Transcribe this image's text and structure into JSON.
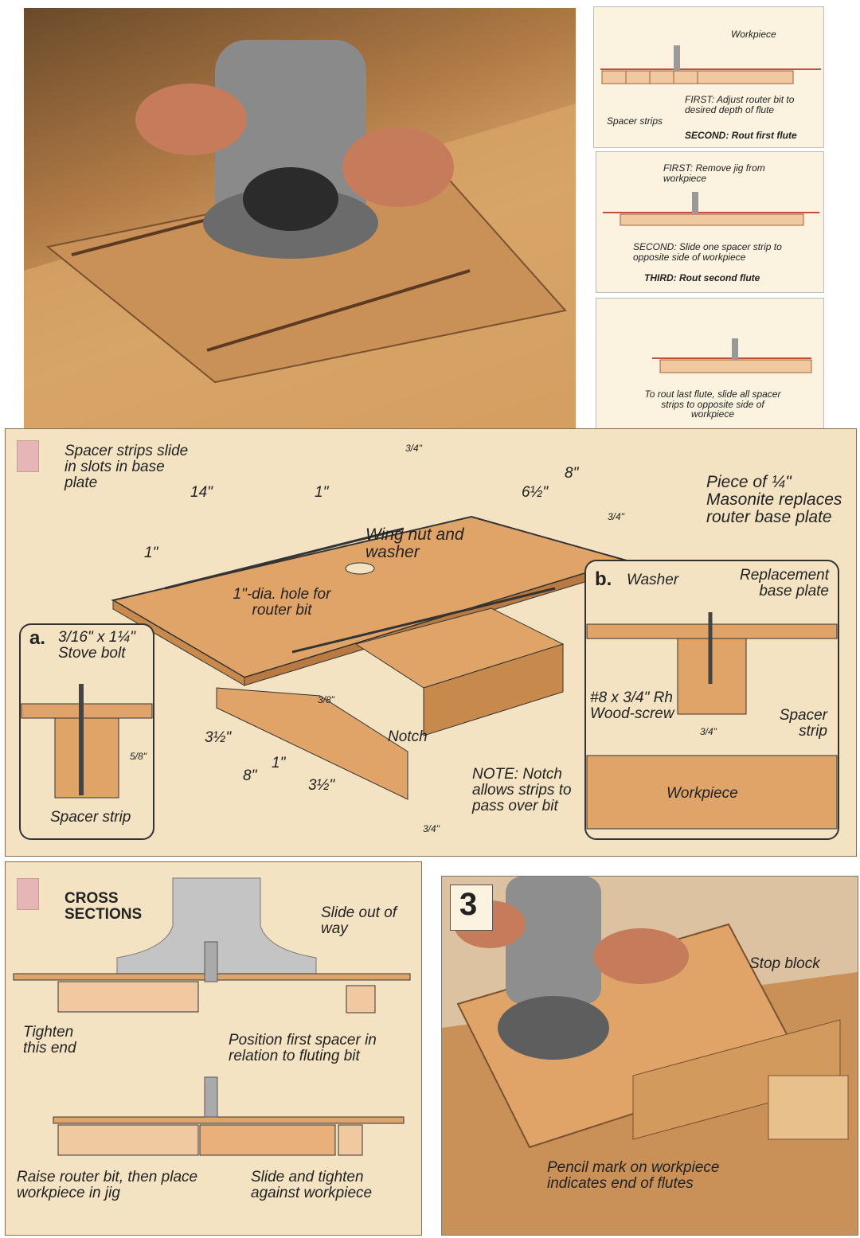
{
  "step_panels": {
    "p1": {
      "workpiece": "Workpiece",
      "spacer_strips": "Spacer strips",
      "first": "FIRST: Adjust router bit to desired depth of flute",
      "second": "SECOND: Rout first flute"
    },
    "p2": {
      "first": "FIRST: Remove jig from workpiece",
      "second": "SECOND: Slide one spacer strip to opposite side of workpiece",
      "third": "THIRD: Rout second flute"
    },
    "p3": {
      "caption": "To rout last flute, slide all spacer strips to opposite side of workpiece"
    }
  },
  "exploded": {
    "spacer_strips_slide": "Spacer strips slide in slots in base plate",
    "dim_14": "14\"",
    "dim_3_4_top": "3/4\"",
    "dim_8": "8\"",
    "dim_1_a": "1\"",
    "dim_6_1_2": "6½\"",
    "dim_3_4_b": "3/4\"",
    "dim_1_b": "1\"",
    "masonite": "Piece of ¼\" Masonite replaces router base plate",
    "wing_nut": "Wing nut and washer",
    "hole": "1\"-dia. hole for router bit",
    "dim_3_8": "3/8\"",
    "notch": "Notch",
    "dim_3_1_2_a": "3½\"",
    "dim_1_c": "1\"",
    "dim_8_b": "8\"",
    "dim_3_1_2_b": "3½\"",
    "dim_3_4_c": "3/4\"",
    "note": "NOTE: Notch allows strips to pass over bit"
  },
  "detail_a": {
    "letter": "a.",
    "bolt": "3/16\" x 1¼\" Stove bolt",
    "dim": "5/8\"",
    "spacer": "Spacer strip"
  },
  "detail_b": {
    "letter": "b.",
    "washer": "Washer",
    "replacement": "Replacement base plate",
    "screw": "#8 x 3/4\" Rh Wood-screw",
    "spacer": "Spacer strip",
    "dim": "3/4\"",
    "workpiece": "Workpiece"
  },
  "cross": {
    "title": "CROSS SECTIONS",
    "slide_out": "Slide out of way",
    "tighten": "Tighten this end",
    "position": "Position first spacer in relation to fluting bit",
    "raise": "Raise router bit, then place workpiece in jig",
    "slide_tighten": "Slide and tighten against workpiece"
  },
  "photo3": {
    "number": "3",
    "stop_block": "Stop block",
    "pencil": "Pencil mark on workpiece indicates end of flutes"
  },
  "colors": {
    "wood": "#e0a468",
    "paper": "#f4e3c2",
    "ink": "#222222"
  }
}
